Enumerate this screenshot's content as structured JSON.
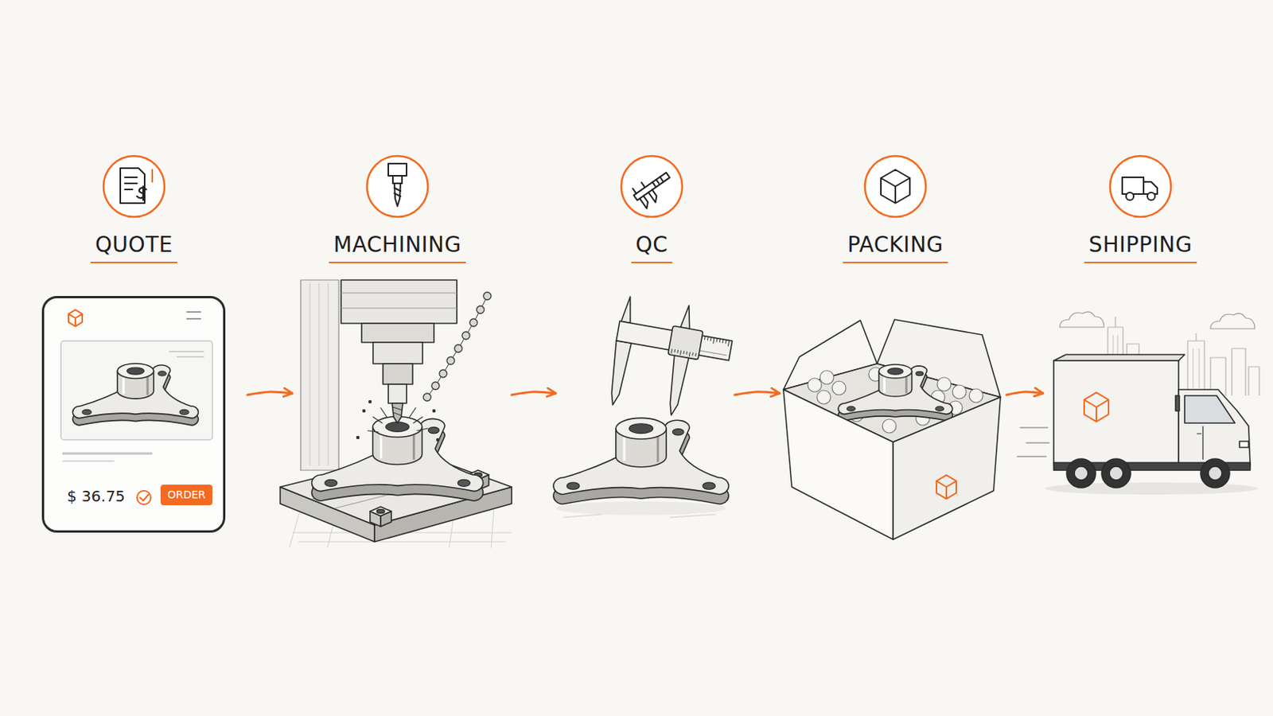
{
  "diagram": {
    "nodes": [
      {
        "text": [
          "QUOTE"
        ]
      },
      {
        "text": [
          "$ 36.75"
        ],
        "in": 0
      },
      {
        "text": [
          "ORDER"
        ],
        "in": 1
      },
      {
        "text": [
          "MACHINING"
        ]
      },
      {
        "text": [
          "QC"
        ]
      },
      {
        "text": [
          "PACKING"
        ]
      },
      {
        "text": [
          "SHIPPING"
        ]
      }
    ],
    "edges": [
      {
        "from": 0,
        "to": 3,
        "arrow": "to"
      },
      {
        "from": 3,
        "to": 4,
        "arrow": "to"
      },
      {
        "from": 4,
        "to": 5,
        "arrow": "to"
      },
      {
        "from": 5,
        "to": 6,
        "arrow": "to"
      }
    ]
  }
}
